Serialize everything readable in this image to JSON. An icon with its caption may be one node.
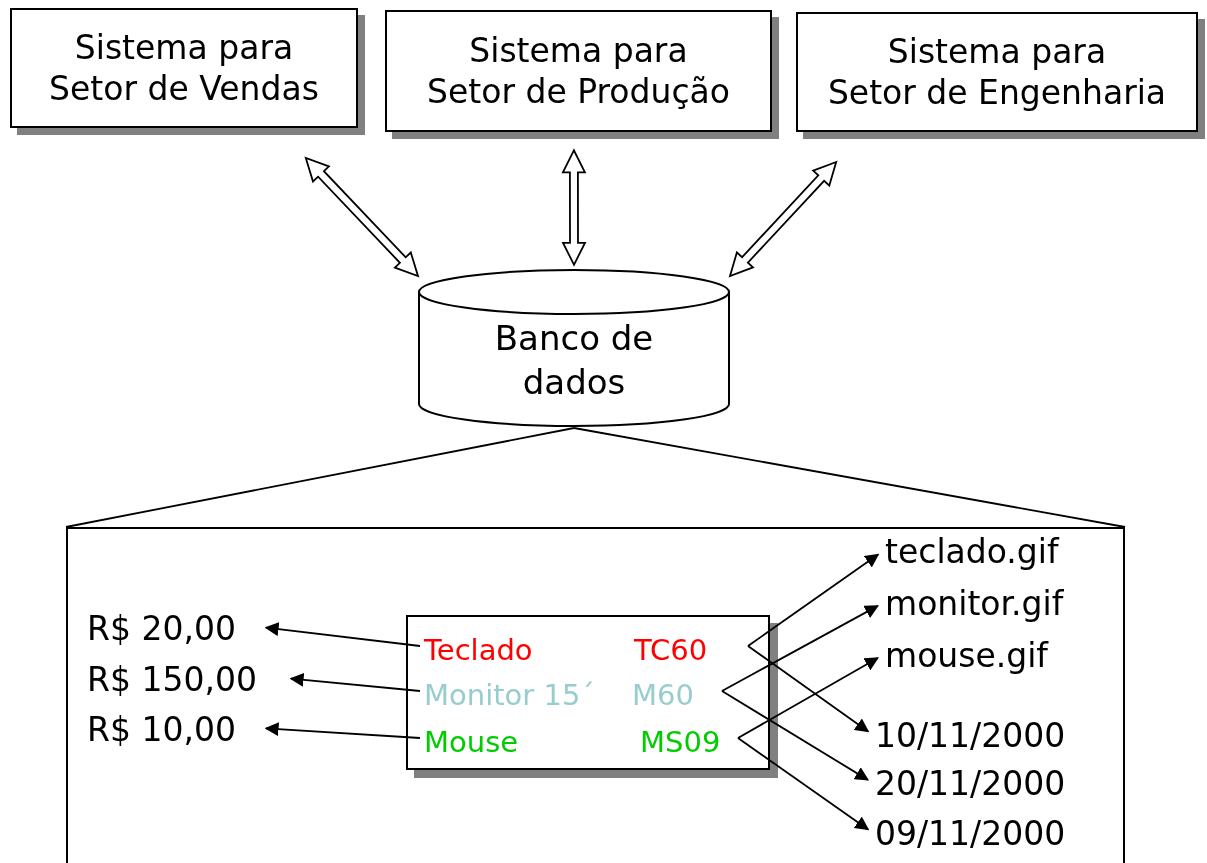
{
  "diagram": {
    "nodes": [
      {
        "text": [
          "Sistema para Setor de Vendas"
        ]
      },
      {
        "text": [
          "Sistema para Setor de Produção"
        ]
      },
      {
        "text": [
          "Sistema para Setor de Engenharia"
        ]
      },
      {
        "text": [
          "Banco de dados"
        ]
      },
      {
        "text": [],
        "shape": "box"
      },
      {
        "text": [],
        "shape": "box",
        "in": 4
      },
      {
        "text": [
          "Teclado",
          "TC60"
        ],
        "in": 5
      },
      {
        "text": [
          "Monitor 15´",
          "M60"
        ],
        "in": 5
      },
      {
        "text": [
          "Mouse",
          "MS09"
        ],
        "in": 5
      },
      {
        "text": [
          "R$ 20,00"
        ],
        "in": 4
      },
      {
        "text": [
          "R$ 150,00"
        ],
        "in": 4
      },
      {
        "text": [
          "R$ 10,00"
        ],
        "in": 4
      },
      {
        "text": [
          "teclado.gif"
        ],
        "in": 4
      },
      {
        "text": [
          "monitor.gif"
        ],
        "in": 4
      },
      {
        "text": [
          "mouse.gif"
        ],
        "in": 4
      },
      {
        "text": [
          "10/11/2000"
        ],
        "in": 4
      },
      {
        "text": [
          "20/11/2000"
        ],
        "in": 4
      },
      {
        "text": [
          "09/11/2000"
        ],
        "in": 4
      }
    ],
    "edges": [
      {
        "from": 0,
        "to": 3,
        "arrow": "both"
      },
      {
        "from": 1,
        "to": 3,
        "arrow": "both"
      },
      {
        "from": 2,
        "to": 3,
        "arrow": "both"
      },
      {
        "from": 3,
        "to": 4,
        "arrow": "none"
      },
      {
        "from": 3,
        "to": 4,
        "arrow": "none"
      },
      {
        "from": 6,
        "to": 9,
        "arrow": "to"
      },
      {
        "from": 7,
        "to": 10,
        "arrow": "to"
      },
      {
        "from": 8,
        "to": 11,
        "arrow": "to"
      },
      {
        "from": 6,
        "to": 12,
        "arrow": "to"
      },
      {
        "from": 6,
        "to": 15,
        "arrow": "to"
      },
      {
        "from": 7,
        "to": 13,
        "arrow": "to"
      },
      {
        "from": 7,
        "to": 16,
        "arrow": "to"
      },
      {
        "from": 8,
        "to": 14,
        "arrow": "to"
      },
      {
        "from": 8,
        "to": 17,
        "arrow": "to"
      }
    ]
  }
}
